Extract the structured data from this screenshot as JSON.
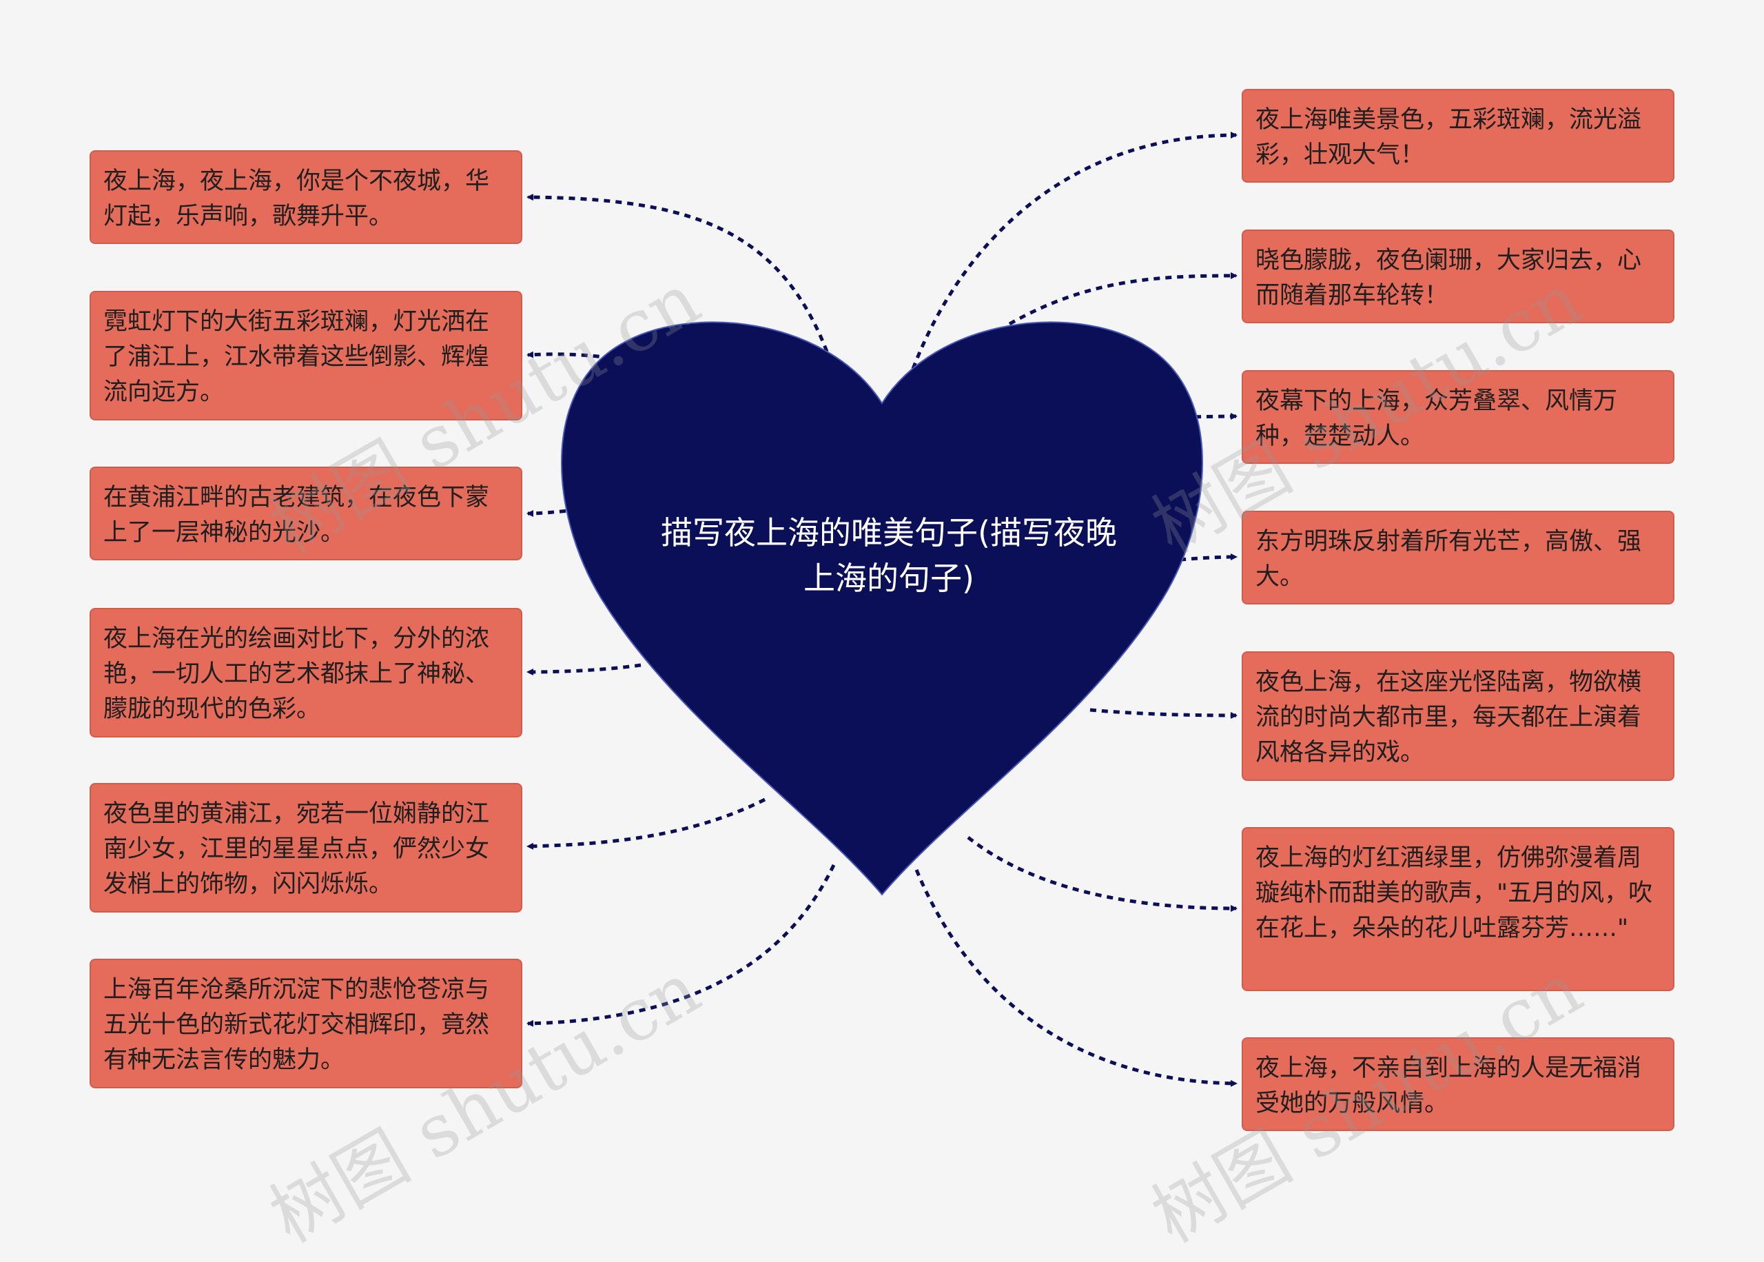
{
  "colors": {
    "background": "#f5f5f5",
    "heart_fill": "#0a0f57",
    "node_fill": "#e56b5a",
    "connector": "#0a0f57"
  },
  "center": {
    "title": "描写夜上海的唯美句子(描写夜晚上海的句子)"
  },
  "left_nodes": [
    {
      "text": "夜上海，夜上海，你是个不夜城，华灯起，乐声响，歌舞升平。"
    },
    {
      "text": "霓虹灯下的大街五彩斑斓，灯光洒在了浦江上，江水带着这些倒影、辉煌流向远方。"
    },
    {
      "text": "在黄浦江畔的古老建筑，在夜色下蒙上了一层神秘的光沙。"
    },
    {
      "text": "夜上海在光的绘画对比下，分外的浓艳，一切人工的艺术都抹上了神秘、朦胧的现代的色彩。"
    },
    {
      "text": "夜色里的黄浦江，宛若一位娴静的江南少女，江里的星星点点，俨然少女发梢上的饰物，闪闪烁烁。"
    },
    {
      "text": "上海百年沧桑所沉淀下的悲怆苍凉与五光十色的新式花灯交相辉印，竟然有种无法言传的魅力。"
    }
  ],
  "right_nodes": [
    {
      "text": "夜上海唯美景色，五彩斑斓，流光溢彩，壮观大气！"
    },
    {
      "text": "晓色朦胧，夜色阑珊，大家归去，心而随着那车轮转！"
    },
    {
      "text": "夜幕下的上海，众芳叠翠、风情万种，楚楚动人。"
    },
    {
      "text": "东方明珠反射着所有光芒，高傲、强大。"
    },
    {
      "text": "夜色上海，在这座光怪陆离，物欲横流的时尚大都市里，每天都在上演着风格各异的戏。"
    },
    {
      "text": "夜上海的灯红酒绿里，仿佛弥漫着周璇纯朴而甜美的歌声，\"五月的风，吹在花上，朵朵的花儿吐露芬芳……\""
    },
    {
      "text": "夜上海，不亲自到上海的人是无福消受她的万般风情。"
    }
  ],
  "watermarks": [
    "树图 shutu.cn",
    "树图 shutu.cn",
    "树图 shutu.cn",
    "树图 shutu.cn"
  ]
}
